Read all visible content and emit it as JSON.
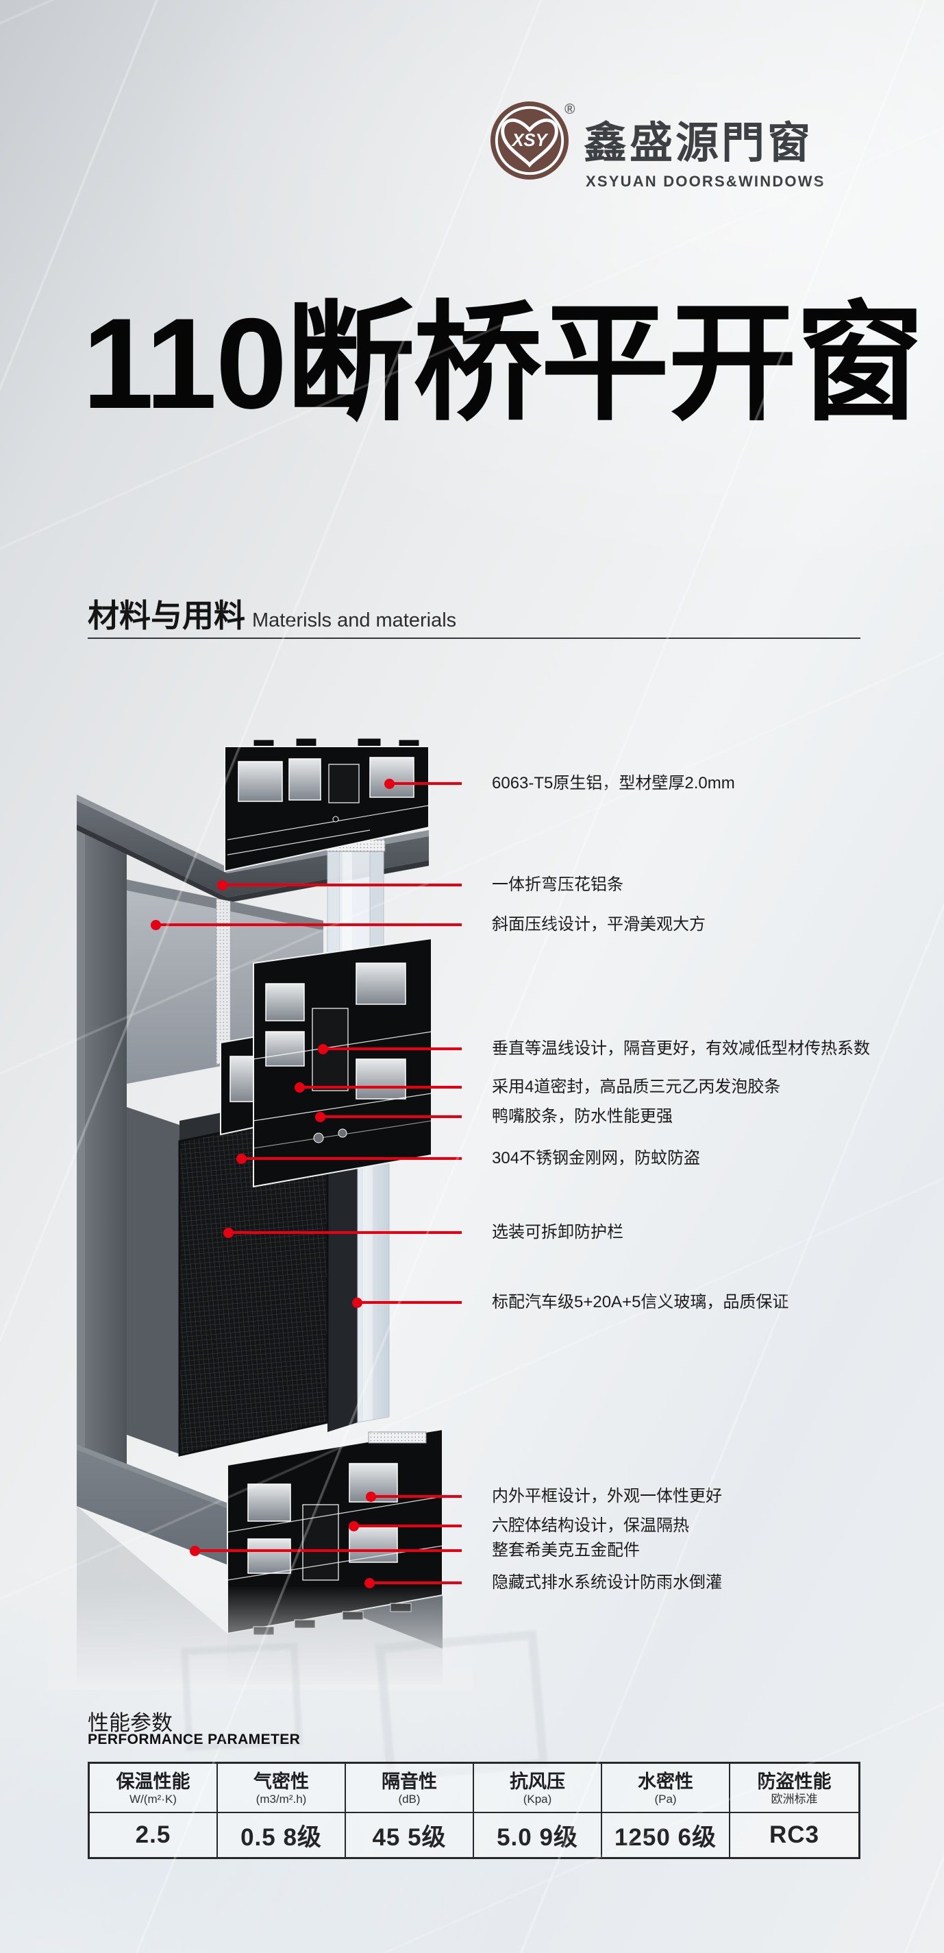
{
  "brand": {
    "logo_monogram": "XSY",
    "registered_mark": "®",
    "name_cn": "鑫盛源門窗",
    "name_en": "XSYUAN DOORS&WINDOWS",
    "logo_color": "#6d4a41"
  },
  "title": "110断桥平开窗",
  "section": {
    "title_cn": "材料与用料",
    "title_en": "Materisls and materials"
  },
  "callouts": [
    {
      "label": "6063-T5原生铝，型材壁厚2.0mm"
    },
    {
      "label": "一体折弯压花铝条"
    },
    {
      "label": "斜面压线设计，平滑美观大方"
    },
    {
      "label": "垂直等温线设计，隔音更好，有效减低型材传热系数"
    },
    {
      "label": "采用4道密封，高品质三元乙丙发泡胶条"
    },
    {
      "label": "鸭嘴胶条，防水性能更强"
    },
    {
      "label": "304不锈钢金刚网，防蚊防盗"
    },
    {
      "label": "选装可拆卸防护栏"
    },
    {
      "label": "标配汽车级5+20A+5信义玻璃，品质保证"
    },
    {
      "label": "内外平框设计，外观一体性更好"
    },
    {
      "label": "六腔体结构设计，保温隔热"
    },
    {
      "label": "整套希美克五金配件"
    },
    {
      "label": "隐藏式排水系统设计防雨水倒灌"
    }
  ],
  "performance": {
    "title_cn": "性能参数",
    "title_en": "PERFORMANCE PARAMETER",
    "columns": [
      {
        "name": "保温性能",
        "unit": "W/(m²·K)",
        "value": "2.5"
      },
      {
        "name": "气密性",
        "unit": "(m3/m².h)",
        "value": "0.5 8级"
      },
      {
        "name": "隔音性",
        "unit": "(dB)",
        "value": "45 5级"
      },
      {
        "name": "抗风压",
        "unit": "(Kpa)",
        "value": "5.0 9级"
      },
      {
        "name": "水密性",
        "unit": "(Pa)",
        "value": "1250 6级"
      },
      {
        "name": "防盗性能",
        "unit": "欧洲标准",
        "value": "RC3"
      }
    ]
  },
  "accent_color": "#e60012"
}
